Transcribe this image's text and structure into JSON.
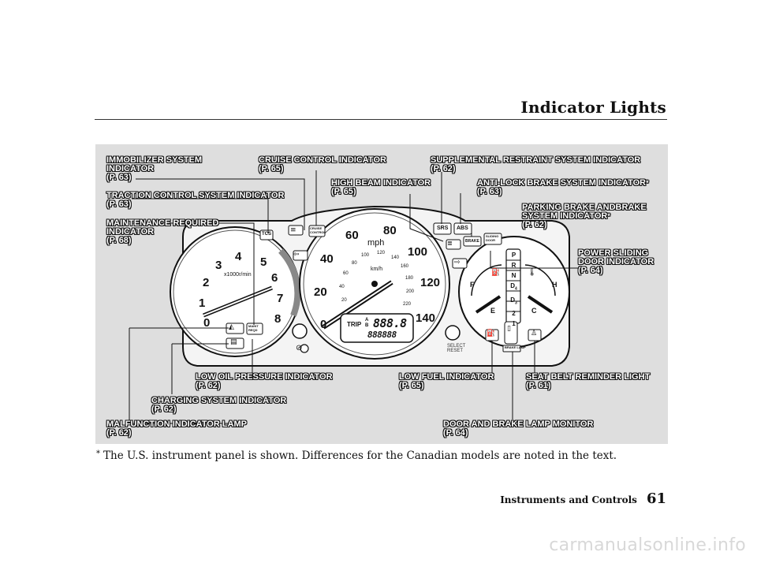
{
  "header": {
    "title": "Indicator Lights"
  },
  "labels": {
    "immobilizer": {
      "text1": "IMMOBILIZER SYSTEM",
      "text2": "INDICATOR",
      "ref": "(P. 63)"
    },
    "traction": {
      "text1": "TRACTION CONTROL SYSTEM INDICATOR",
      "ref": "(P. 63)"
    },
    "maintenance": {
      "text1": "MAINTENANCE REQUIRED",
      "text2": "INDICATOR",
      "ref": "(P. 68)"
    },
    "cruise": {
      "text1": "CRUISE CONTROL INDICATOR",
      "ref": "(P. 65)"
    },
    "high_beam": {
      "text1": "HIGH BEAM INDICATOR",
      "ref": "(P. 65)"
    },
    "srs": {
      "text1": "SUPPLEMENTAL RESTRAINT SYSTEM INDICATOR",
      "ref": "(P. 62)"
    },
    "abs": {
      "text1": "ANTI-LOCK BRAKE SYSTEM INDICATOR",
      "star": "*",
      "ref": "(P. 63)"
    },
    "parking_brake": {
      "text1": "PARKING BRAKE ANDBRAKE",
      "text2": "SYSTEM INDICATOR",
      "star": "*",
      "ref": "(P. 62)"
    },
    "sliding_door": {
      "text1": "POWER SLIDING",
      "text2": "DOOR INDICATOR",
      "ref": "(P. 64)"
    },
    "low_oil": {
      "text1": "LOW OIL PRESSURE INDICATOR",
      "ref": "(P. 62)"
    },
    "charging": {
      "text1": "CHARGING SYSTEM INDICATOR",
      "ref": "(P. 62)"
    },
    "malfunction": {
      "text1": "MALFUNCTION INDICATOR LAMP",
      "ref": "(P. 62)"
    },
    "low_fuel": {
      "text1": "LOW FUEL INDICATOR",
      "ref": "(P. 65)"
    },
    "seat_belt": {
      "text1": "SEAT BELT REMINDER LIGHT",
      "ref": "(P. 61)"
    },
    "door_brake_lamp": {
      "text1": "DOOR AND BRAKE LAMP MONITOR",
      "ref": "(P. 64)"
    }
  },
  "cluster": {
    "tach_numbers": [
      "0",
      "1",
      "2",
      "3",
      "4",
      "5",
      "6",
      "7",
      "8"
    ],
    "tach_unit": "x1000r/min",
    "speed_mph": [
      "0",
      "20",
      "40",
      "60",
      "80",
      "100",
      "120",
      "140"
    ],
    "speed_unit": "mph",
    "speed_kmh": [
      "20",
      "40",
      "60",
      "80",
      "100",
      "120",
      "140",
      "160",
      "180",
      "200",
      "220"
    ],
    "kmh_unit": "km/h",
    "trip_label": "TRIP",
    "trip_ab": [
      "A",
      "B"
    ],
    "trip_value": "888.8",
    "odo_value": "888888",
    "select_reset": [
      "SELECT",
      "RESET"
    ],
    "tcs": "TCS",
    "cruise_box": [
      "CRUISE",
      "CONTROL"
    ],
    "srs": "SRS",
    "abs": "ABS",
    "brake": "BRAKE",
    "sliding_door": [
      "SLIDING",
      "DOOR"
    ],
    "maint_box": [
      "MAINT",
      "REQD"
    ],
    "gears": [
      "P",
      "R",
      "N",
      "D",
      "D",
      "2",
      "1"
    ],
    "gear_sub": [
      "4",
      "3"
    ],
    "fuel_marks": [
      "F",
      "E"
    ],
    "temp_marks": [
      "H",
      "C"
    ],
    "door_lamp_label": "BRAKE LAMP"
  },
  "footnote": {
    "star": "*",
    "text": "The U.S. instrument panel is shown. Differences for the Canadian models are noted in the text."
  },
  "footer": {
    "section": "Instruments and Controls",
    "page": "61"
  },
  "watermark": "carmanualsonline.info"
}
